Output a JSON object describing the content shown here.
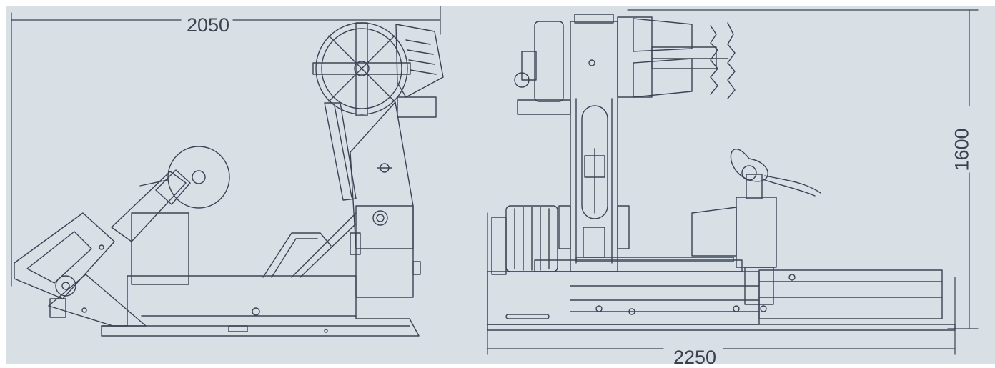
{
  "dimensions": {
    "side_width": "2050",
    "front_width": "2250",
    "height": "1600"
  },
  "colors": {
    "background": "#d8e0e6",
    "line": "#3c4254",
    "text": "#3b4150"
  }
}
